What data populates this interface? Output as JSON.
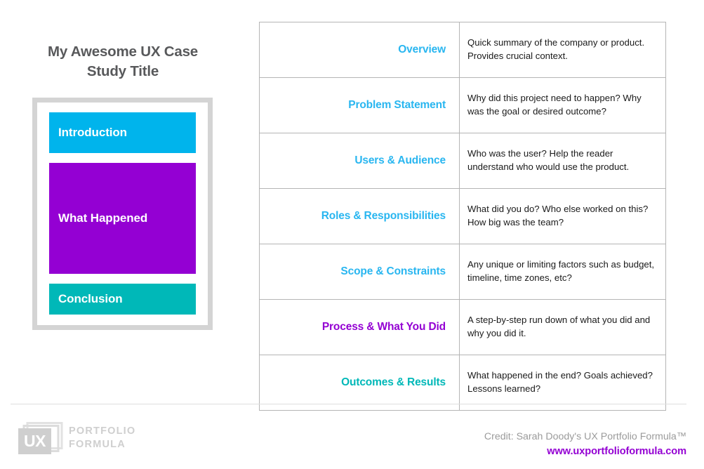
{
  "slide": {
    "title": "My Awesome UX Case Study Title",
    "title_line1": "My Awesome UX Case",
    "title_line2": "Study Title"
  },
  "structure": {
    "blocks": [
      {
        "label": "Introduction",
        "color": "#00b4ec"
      },
      {
        "label": "What Happened",
        "color": "#9400d3"
      },
      {
        "label": "Conclusion",
        "color": "#00b8b8"
      }
    ]
  },
  "outline": {
    "rows": [
      {
        "label": "Overview",
        "label_color": "#29b6f0",
        "description": "Quick summary of the company or product. Provides crucial context."
      },
      {
        "label": "Problem Statement",
        "label_color": "#29b6f0",
        "description": "Why did this project need to happen? Why was the goal or desired outcome?"
      },
      {
        "label": "Users & Audience",
        "label_color": "#29b6f0",
        "description": "Who was the user? Help the reader understand who would use the product."
      },
      {
        "label": "Roles & Responsibilities",
        "label_color": "#29b6f0",
        "description": "What did you do? Who else worked on this? How big was the team?"
      },
      {
        "label": "Scope & Constraints",
        "label_color": "#29b6f0",
        "description": "Any unique or limiting factors such as budget, timeline, time zones, etc?"
      },
      {
        "label": "Process & What You Did",
        "label_color": "#9400d3",
        "description": "A step-by-step run down of what you did and why you did it."
      },
      {
        "label": "Outcomes & Results",
        "label_color": "#00b8b8",
        "description": "What happened in the end? Goals achieved? Lessons learned?"
      }
    ]
  },
  "footer": {
    "logo": {
      "mark_text": "UX",
      "wordmark_line1": "PORTFOLIO",
      "wordmark_line2": "FORMULA",
      "icon": "ux-portfolio-formula-logo"
    },
    "credit": "Credit: Sarah Doody's UX Portfolio Formula™",
    "url": "www.uxportfolioformula.com"
  },
  "colors": {
    "cyan": "#00b4ec",
    "table_cyan": "#29b6f0",
    "purple": "#9400d3",
    "teal": "#00b8b8",
    "title_gray": "#58595b",
    "frame_gray": "#d4d4d4",
    "border_gray": "#b5b5b5",
    "logo_gray": "#cfcfcf"
  }
}
